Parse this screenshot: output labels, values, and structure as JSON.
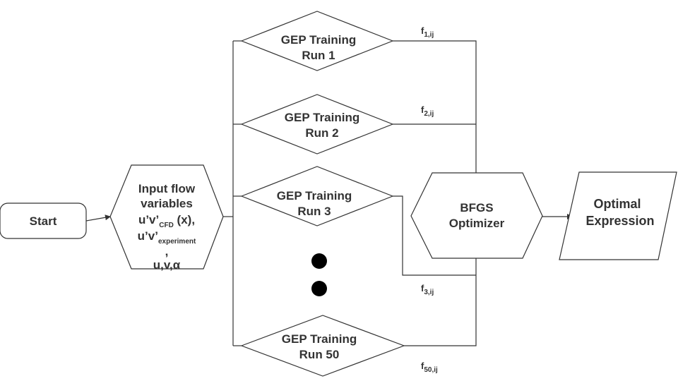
{
  "start": {
    "label": "Start"
  },
  "input": {
    "line1": "Input flow",
    "line2": "variables",
    "line3_main": "u’v’",
    "line3_sub": "CFD",
    "line3_tail": " (x),",
    "line4_main": "u’v’",
    "line4_sub": "experiment",
    "line5": ",",
    "line6": "u,v,α"
  },
  "runs": [
    {
      "line1": "GEP Training",
      "line2": "Run 1",
      "edge_main": "f",
      "edge_sub": "1,ij"
    },
    {
      "line1": "GEP Training",
      "line2": "Run 2",
      "edge_main": "f",
      "edge_sub": "2,ij"
    },
    {
      "line1": "GEP Training",
      "line2": "Run 3",
      "edge_main": "f",
      "edge_sub": "3,ij"
    },
    {
      "line1": "GEP Training",
      "line2": "Run 50",
      "edge_main": "f",
      "edge_sub": "50,ij"
    }
  ],
  "optimizer": {
    "line1": "BFGS",
    "line2": "Optimizer"
  },
  "output": {
    "line1": "Optimal",
    "line2": "Expression"
  }
}
